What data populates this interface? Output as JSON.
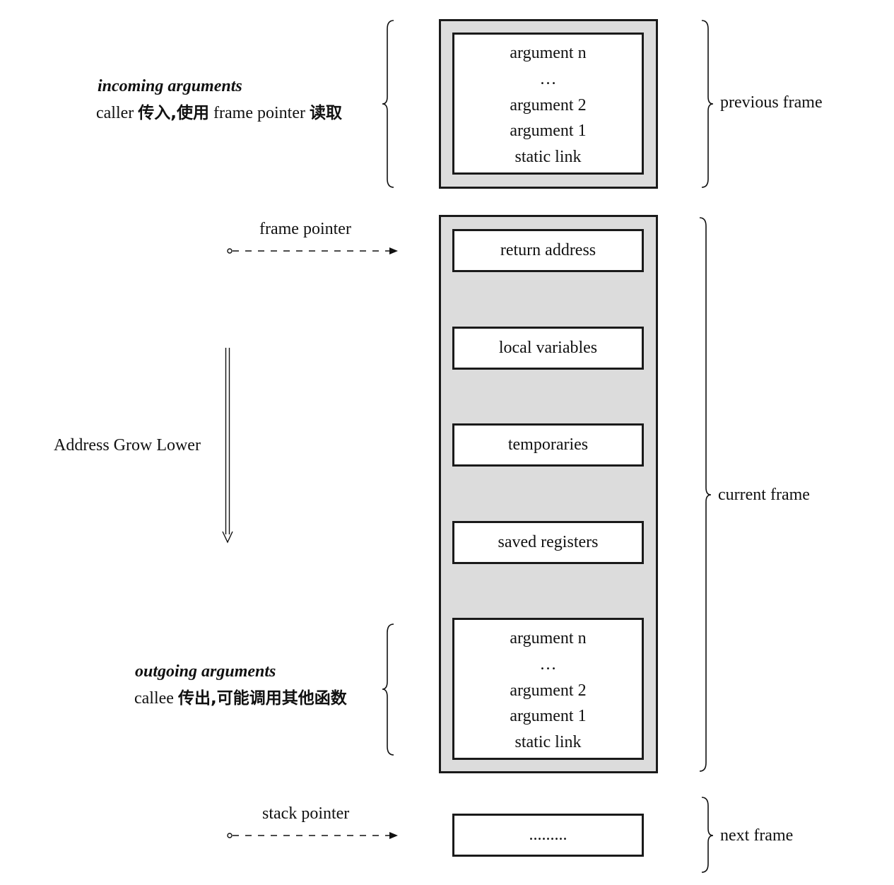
{
  "incoming": {
    "title": "incoming arguments",
    "desc_prefix": "caller ",
    "desc_cjk": "传入,使用",
    "desc_mid": " frame pointer ",
    "desc_cjk2": "读取"
  },
  "outgoing": {
    "title": "outgoing arguments",
    "desc_prefix": "callee ",
    "desc_cjk": "传出,可能调用其他函数"
  },
  "pointers": {
    "frame_pointer": "frame pointer",
    "stack_pointer": "stack pointer"
  },
  "direction_label": "Address Grow Lower",
  "frames": {
    "previous": "previous frame",
    "current": "current frame",
    "next": "next frame"
  },
  "previous_args": [
    "argument n",
    "…",
    "argument 2",
    "argument 1",
    "static link"
  ],
  "current_boxes": {
    "return_address": "return address",
    "local_variables": "local variables",
    "temporaries": "temporaries",
    "saved_registers": "saved registers"
  },
  "outgoing_args": [
    "argument n",
    "…",
    "argument 2",
    "argument 1",
    "static link"
  ],
  "next_box": "........."
}
